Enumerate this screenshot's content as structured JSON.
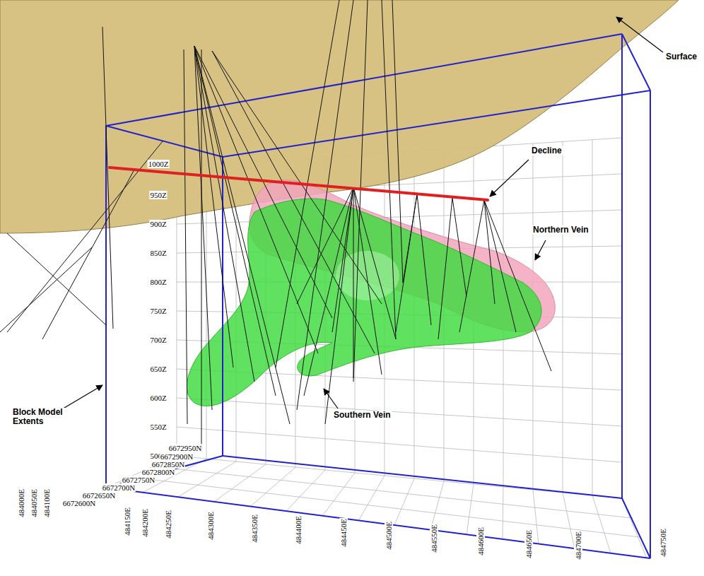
{
  "diagram": {
    "labels": [
      "Surface",
      "Decline",
      "Northern Vein",
      "Southern Vein",
      "Block Model Extents",
      "1000Z",
      "950Z",
      "900Z",
      "850Z",
      "800Z",
      "750Z",
      "700Z",
      "650Z",
      "600Z",
      "550Z",
      "500Z",
      "6672950N",
      "6672900N",
      "6672850N",
      "6672800N",
      "6672750N",
      "6672700N",
      "6672650N",
      "6672600N",
      "484000E",
      "484050E",
      "484100E",
      "484150E",
      "484200E",
      "484250E",
      "484300E",
      "484350E",
      "484400E",
      "484450E",
      "484500E",
      "484550E",
      "484600E",
      "484650E",
      "484700E",
      "484750E"
    ]
  }
}
